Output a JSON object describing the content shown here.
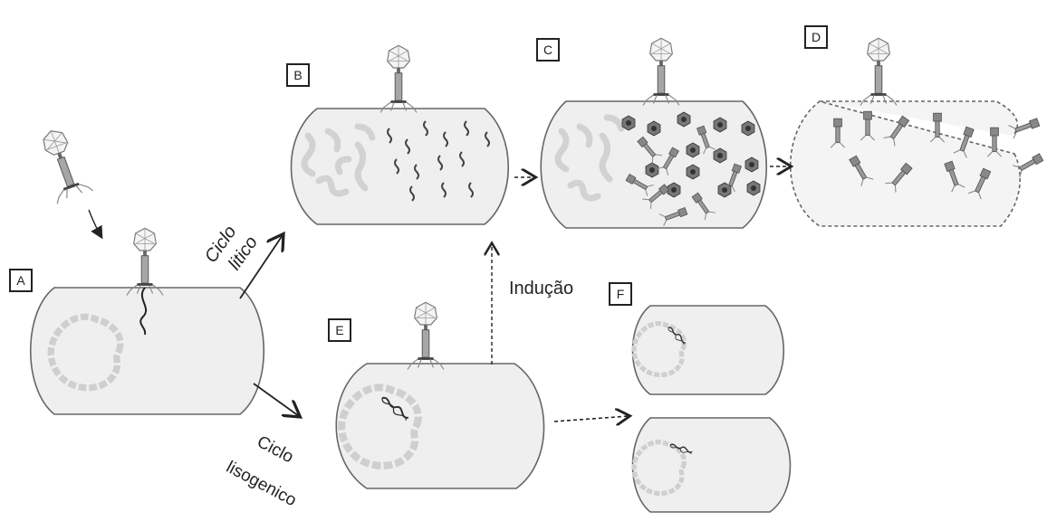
{
  "labels": {
    "a": "A",
    "b": "B",
    "c": "C",
    "d": "D",
    "e": "E",
    "f": "F"
  },
  "pathways": {
    "lytic": [
      "Ciclo",
      "litico"
    ],
    "lysogenic": [
      "Ciclo",
      "lisogenico"
    ],
    "induction": "Indução"
  },
  "colors": {
    "cell_fill": "#efefef",
    "cell_stroke": "#666666",
    "dna_faint": "#cfcfcf",
    "dna_dark": "#333333",
    "phage": "#888888"
  }
}
